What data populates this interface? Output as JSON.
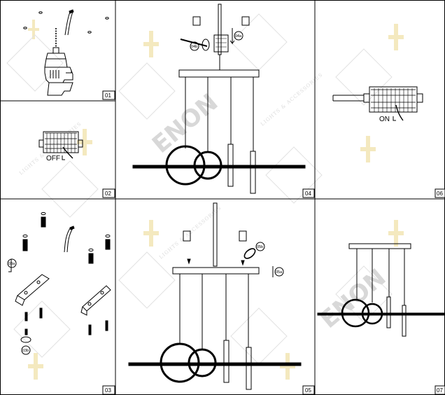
{
  "watermark": {
    "brand": "ENON",
    "tagline": "LIGHTS & ACCESSORIES"
  },
  "panels": [
    {
      "id": "01",
      "number": "01"
    },
    {
      "id": "02",
      "number": "02",
      "switch_label": "OFF"
    },
    {
      "id": "03",
      "number": "03",
      "step_a": "03a",
      "step_b": "03b"
    },
    {
      "id": "04",
      "number": "04",
      "step_a": "04a",
      "step_b": "04b"
    },
    {
      "id": "05",
      "number": "05",
      "step_a": "05a",
      "step_b": "05b"
    },
    {
      "id": "06",
      "number": "06",
      "switch_label": "ON"
    },
    {
      "id": "07",
      "number": "07"
    }
  ],
  "colors": {
    "line": "#000000",
    "watermark": "#d8d8d8",
    "accent": "#f3e7b8"
  }
}
